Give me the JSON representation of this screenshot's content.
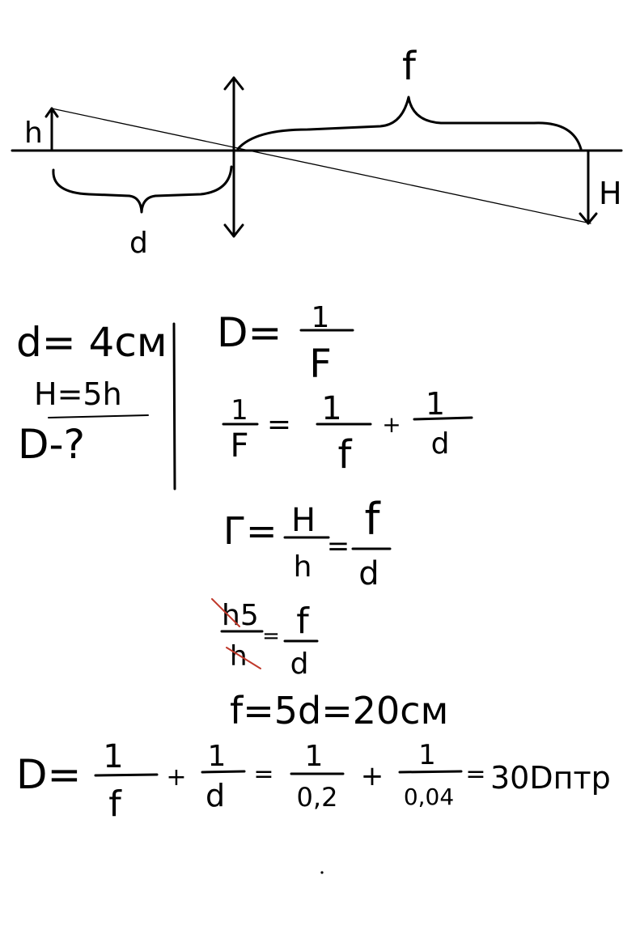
{
  "diagram": {
    "labels": {
      "object_height": "h",
      "image_height": "H",
      "object_distance": "d",
      "image_distance": "f"
    }
  },
  "given": {
    "line1": "d= 4см",
    "line2": "H=5h",
    "line3": "D-?"
  },
  "formulas": {
    "optical_power": {
      "lhs": "D=",
      "num": "1",
      "den": "F"
    },
    "lens_equation": {
      "lhs_num": "1",
      "lhs_den": "F",
      "eq": "=",
      "t1_num": "1",
      "t1_den": "f",
      "plus": "+",
      "t2_num": "1",
      "t2_den": "d"
    },
    "magnification": {
      "lhs": "Г=",
      "t1_num": "H",
      "t1_den": "h",
      "eq": "=",
      "t2_num": "f",
      "t2_den": "d"
    },
    "substitution": {
      "num": "h5",
      "den": "h",
      "eq": "=",
      "rhs_num": "f",
      "rhs_den": "d"
    },
    "image_distance": "f=5d=20см",
    "final": {
      "lhs": "D=",
      "t1_num": "1",
      "t1_den": "f",
      "plus1": "+",
      "t2_num": "1",
      "t2_den": "d",
      "eq1": "=",
      "t3_num": "1",
      "t3_den": "0,2",
      "plus2": "+",
      "t4_num": "1",
      "t4_den": "0,04",
      "eq2": "=",
      "result": "30Dптр"
    }
  },
  "colors": {
    "ink": "#000000",
    "strike": "#c0392b",
    "background": "#ffffff"
  }
}
